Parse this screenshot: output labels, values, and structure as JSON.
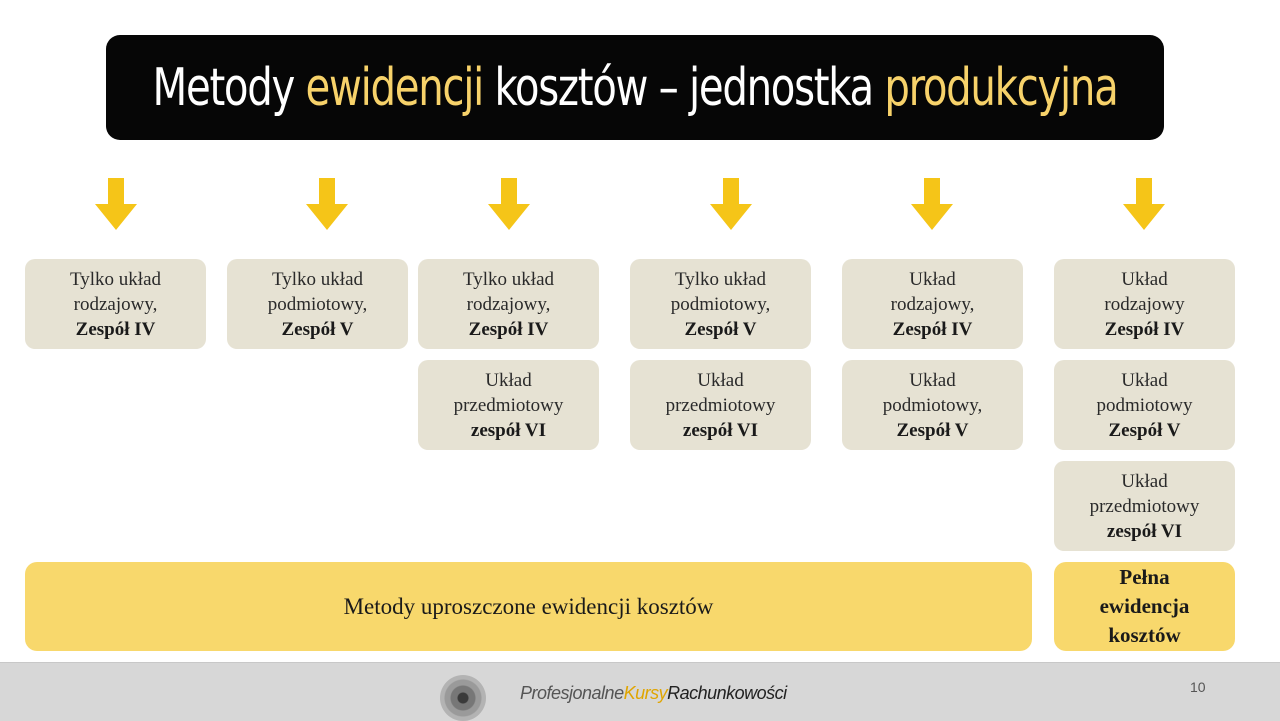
{
  "title": {
    "part1": "Metody ",
    "part2": "ewidencji",
    "part3": " kosztów – jednostka ",
    "part4": "produkcyjna"
  },
  "columns": [
    {
      "boxes": [
        {
          "lines": [
            "Tylko układ",
            "rodzajowy,"
          ],
          "bold": "Zespół IV"
        }
      ]
    },
    {
      "boxes": [
        {
          "lines": [
            "Tylko układ",
            "podmiotowy,"
          ],
          "bold": "Zespół V"
        }
      ]
    },
    {
      "boxes": [
        {
          "lines": [
            "Tylko układ",
            "rodzajowy,"
          ],
          "bold": "Zespół IV"
        },
        {
          "lines": [
            "Układ",
            "przedmiotowy"
          ],
          "bold": "zespół VI"
        }
      ]
    },
    {
      "boxes": [
        {
          "lines": [
            "Tylko układ",
            "podmiotowy,"
          ],
          "bold": "Zespół V"
        },
        {
          "lines": [
            "Układ",
            "przedmiotowy"
          ],
          "bold": "zespół VI"
        }
      ]
    },
    {
      "boxes": [
        {
          "lines": [
            "Układ",
            "rodzajowy,"
          ],
          "bold": "Zespół IV"
        },
        {
          "lines": [
            "Układ",
            "podmiotowy,"
          ],
          "bold": "Zespół V"
        }
      ]
    },
    {
      "boxes": [
        {
          "lines": [
            "Układ",
            "rodzajowy"
          ],
          "bold": "Zespół IV"
        },
        {
          "lines": [
            "Układ",
            "podmiotowy"
          ],
          "bold": "Zespół V"
        },
        {
          "lines": [
            "Układ",
            "przedmiotowy"
          ],
          "bold": "zespół VI"
        }
      ]
    }
  ],
  "simplified_label": "Metody uproszczone ewidencji kosztów",
  "full_label": [
    "Pełna",
    "ewidencja",
    "kosztów"
  ],
  "footer": {
    "brand1": "Profesjonalne",
    "brand2": "Kursy",
    "brand3": "Rachunkowości",
    "page": "10"
  },
  "colors": {
    "accent_yellow": "#f8d86c",
    "arrow_yellow": "#f5c518",
    "box_beige": "#e6e2d3",
    "title_bg": "#060606"
  },
  "icons": {
    "arrow": "arrow-down-icon",
    "logo": "logo-icon"
  }
}
